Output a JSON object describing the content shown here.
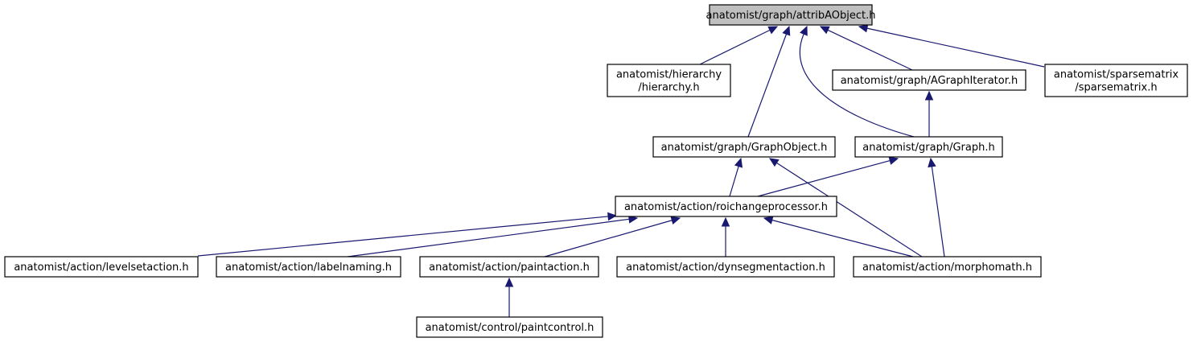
{
  "diagram": {
    "nodes": {
      "attribAObject": [
        "anatomist/graph/attribAObject.h"
      ],
      "hierarchy": [
        "anatomist/hierarchy",
        "/hierarchy.h"
      ],
      "AGraphIterator": [
        "anatomist/graph/AGraphIterator.h"
      ],
      "sparsematrix": [
        "anatomist/sparsematrix",
        "/sparsematrix.h"
      ],
      "GraphObject": [
        "anatomist/graph/GraphObject.h"
      ],
      "Graph": [
        "anatomist/graph/Graph.h"
      ],
      "roichangeprocessor": [
        "anatomist/action/roichangeprocessor.h"
      ],
      "levelsetaction": [
        "anatomist/action/levelsetaction.h"
      ],
      "labelnaming": [
        "anatomist/action/labelnaming.h"
      ],
      "paintaction": [
        "anatomist/action/paintaction.h"
      ],
      "dynsegmentaction": [
        "anatomist/action/dynsegmentaction.h"
      ],
      "morphomath": [
        "anatomist/action/morphomath.h"
      ],
      "paintcontrol": [
        "anatomist/control/paintcontrol.h"
      ]
    },
    "edges": [
      [
        "hierarchy",
        "attribAObject"
      ],
      [
        "GraphObject",
        "attribAObject"
      ],
      [
        "Graph",
        "attribAObject"
      ],
      [
        "AGraphIterator",
        "attribAObject"
      ],
      [
        "sparsematrix",
        "attribAObject"
      ],
      [
        "Graph",
        "AGraphIterator"
      ],
      [
        "roichangeprocessor",
        "GraphObject"
      ],
      [
        "morphomath",
        "GraphObject"
      ],
      [
        "roichangeprocessor",
        "Graph"
      ],
      [
        "morphomath",
        "Graph"
      ],
      [
        "levelsetaction",
        "roichangeprocessor"
      ],
      [
        "labelnaming",
        "roichangeprocessor"
      ],
      [
        "paintaction",
        "roichangeprocessor"
      ],
      [
        "dynsegmentaction",
        "roichangeprocessor"
      ],
      [
        "morphomath",
        "roichangeprocessor"
      ],
      [
        "paintcontrol",
        "paintaction"
      ]
    ]
  }
}
